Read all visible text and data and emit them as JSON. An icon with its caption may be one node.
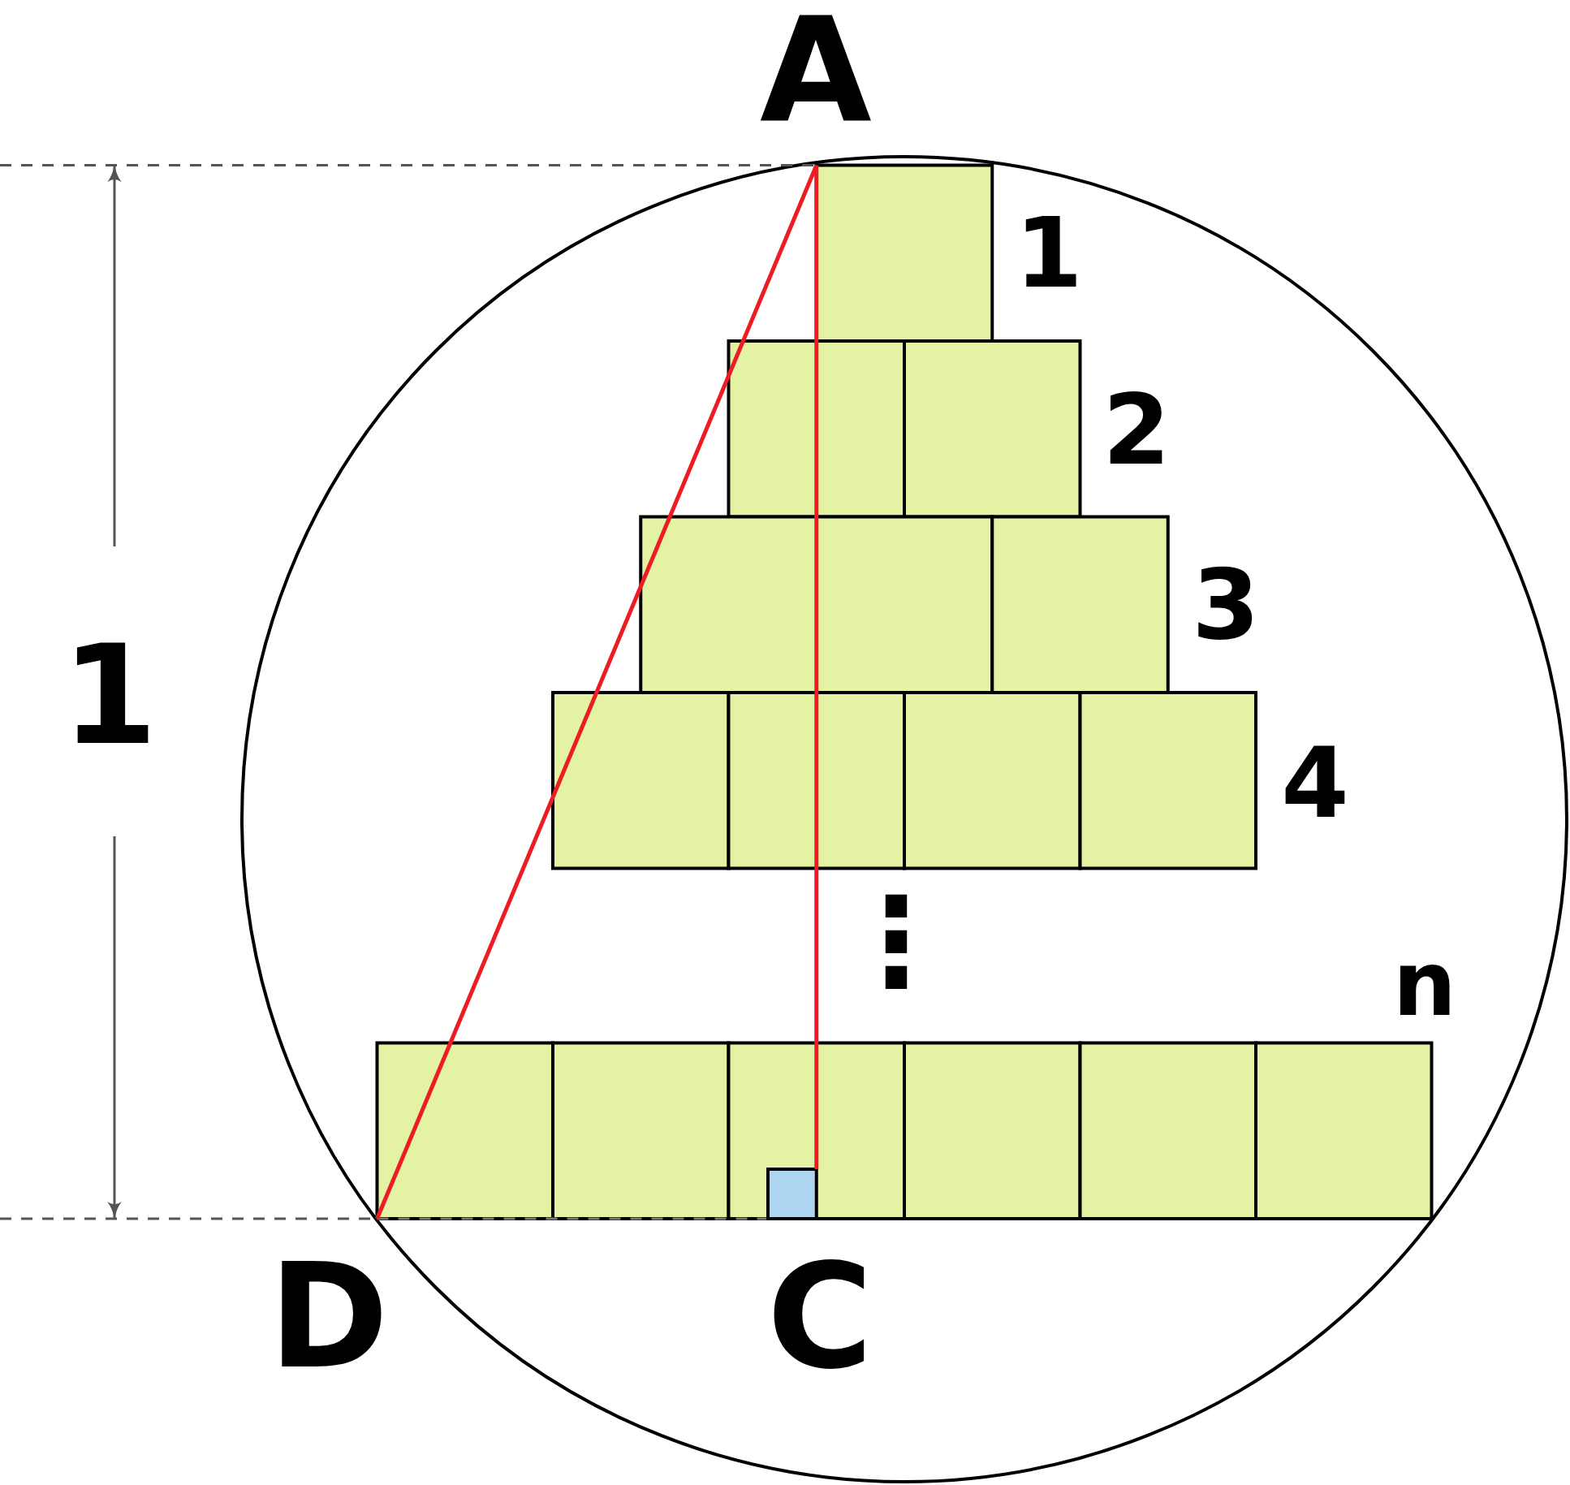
{
  "diagram": {
    "labels": [
      "A",
      "1",
      "2",
      "3",
      "1",
      "4",
      "⋮",
      "n",
      "D",
      "C"
    ]
  }
}
